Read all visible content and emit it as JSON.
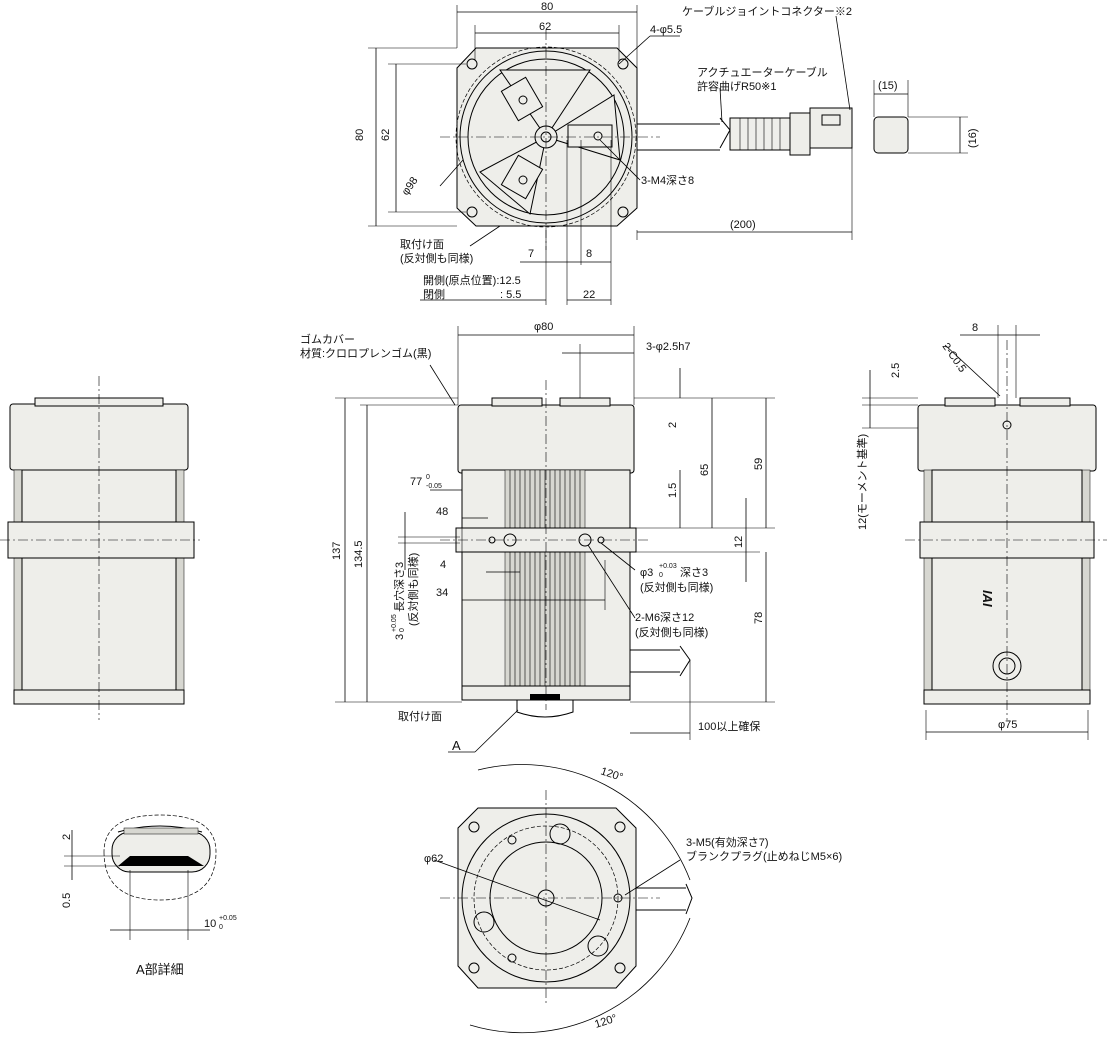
{
  "top_view": {
    "dim_width_outer": "80",
    "dim_width_inner": "62",
    "dim_height_outer": "80",
    "dim_height_inner": "62",
    "hole_label": "4-φ5.5",
    "diameter_label": "φ98",
    "tap_label": "3-M4深さ8",
    "mount_face_line1": "取付け面",
    "mount_face_line2": "(反対側も同様)",
    "dim_7": "7",
    "dim_8": "8",
    "dim_22": "22",
    "stroke_open": "開側(原点位置):12.5",
    "stroke_close": "閉側　　　　　:  5.5",
    "cable_joint_label": "ケーブルジョイントコネクター※2",
    "actuator_cable_line1": "アクチュエーターケーブル",
    "actuator_cable_line2": "許容曲げR50※1",
    "dim_cable_length": "(200)",
    "dim_conn_width": "(15)",
    "dim_conn_height": "(16)"
  },
  "front_view": {
    "dim_phi80": "φ80",
    "pin_label": "3-φ2.5h7",
    "rubber_cover_line1": "ゴムカバー",
    "rubber_cover_line2": "材質:クロロプレンゴム(黒)",
    "dim_137": "137",
    "dim_134_5": "134.5",
    "dim_77": "77",
    "tol_77_upper": "0",
    "tol_77_lower": "-0.05",
    "dim_48": "48",
    "dim_4": "4",
    "dim_34": "34",
    "dim_3": "3",
    "tol_3_upper": "+0.05",
    "tol_3_lower": "0",
    "slot_label": "長穴深さ3",
    "slot_note": "(反対側も同様)",
    "pin_hole_label": "φ3",
    "pin_hole_tol_upper": "+0.03",
    "pin_hole_tol_lower": "0",
    "pin_hole_depth": "深さ3",
    "pin_hole_note": "(反対側も同様)",
    "tap_m6_label": "2-M6深さ12",
    "tap_m6_note": "(反対側も同様)",
    "dim_2": "2",
    "dim_65": "65",
    "dim_59": "59",
    "dim_1_5": "1.5",
    "dim_12": "12",
    "dim_78": "78",
    "mount_face": "取付け面",
    "clearance_label": "100以上確保",
    "detail_marker": "A"
  },
  "right_view": {
    "dim_8": "8",
    "chamfer_label": "2-C0.5",
    "dim_2_5": "2.5",
    "moment_label": "12(モーメント基準)",
    "dim_phi75": "φ75",
    "logo_text": "IAI"
  },
  "bottom_view": {
    "angle_top": "120°",
    "angle_bottom": "120°",
    "dim_phi62": "φ62",
    "tap_m5_line1": "3-M5(有効深さ7)",
    "tap_m5_line2": "ブランクプラグ(止めねじM5×6)"
  },
  "detail_view": {
    "title": "A部詳細",
    "dim_2": "2",
    "dim_0_5": "0.5",
    "dim_10": "10",
    "tol_10_upper": "+0.05",
    "tol_10_lower": "0"
  }
}
